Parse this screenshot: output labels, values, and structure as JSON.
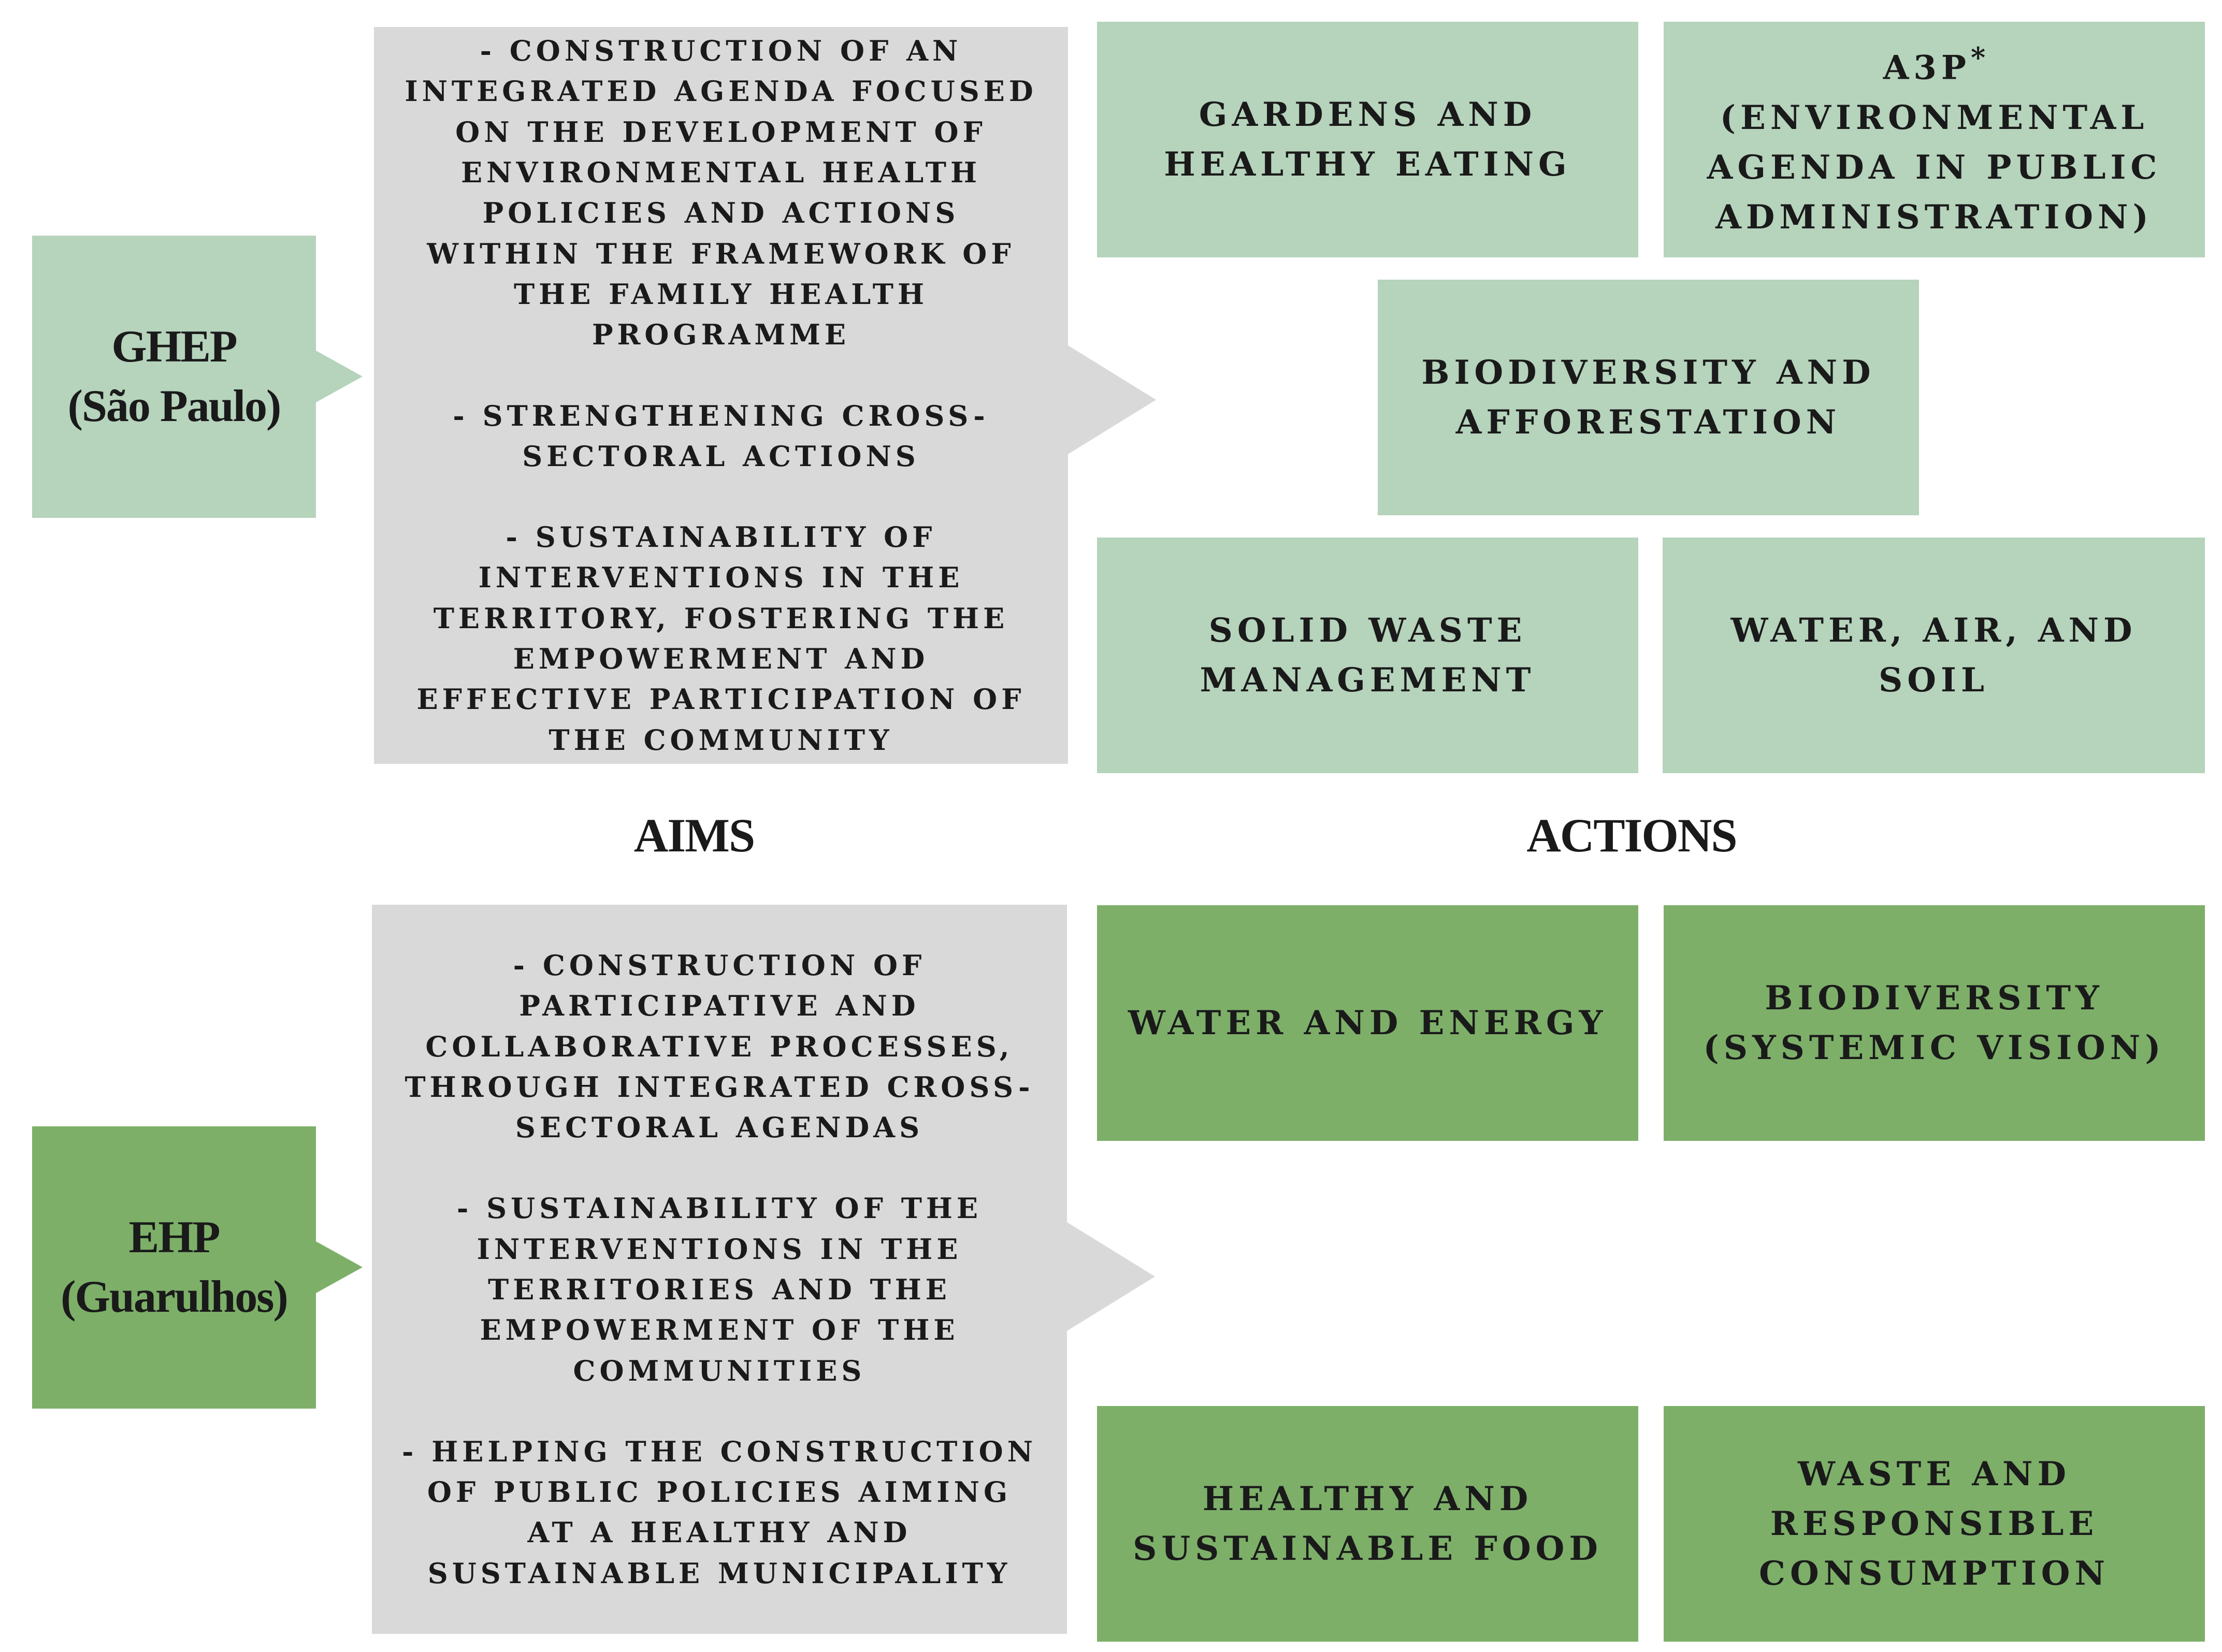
{
  "programmes": {
    "sao_paulo": {
      "name": "GHEP",
      "city": "(São Paulo)",
      "aims": [
        "- Construction of an integrated agenda focused on the development of environmental health policies and actions within the framework of the Family Health Programme",
        "- Strengthening cross-sectoral actions",
        "- Sustainability of interventions in the territory, fostering the empowerment and effective participation of the community"
      ],
      "actions": {
        "gardens": "Gardens and healthy eating",
        "a3p_code": "A3P",
        "a3p_star": "*",
        "a3p_desc": "(Environmental agenda in public administration)",
        "biodiversity": "Biodiversity and afforestation",
        "solid_waste": "Solid waste management",
        "water_air_soil": "Water, air, and soil"
      }
    },
    "guarulhos": {
      "name": "EHP",
      "city": "(Guarulhos)",
      "aims": [
        "- Construction of participative and collaborative processes, through integrated cross-sectoral agendas",
        "- Sustainability of the interventions in the territories and the empowerment of the communities",
        "- Helping the construction of public policies aiming at a healthy and sustainable municipality"
      ],
      "actions": {
        "water_energy": "Water and energy",
        "biodiversity": "Biodiversity (systemic vision)",
        "food": "Healthy and sustainable food",
        "waste": "Waste and responsible consumption"
      }
    }
  },
  "headings": {
    "aims": "AIMS",
    "actions": "ACTIONS"
  },
  "colors": {
    "sao_paulo_green": "#b6d3bc",
    "guarulhos_green": "#7daf69",
    "aims_gray": "#d9d9d9"
  }
}
